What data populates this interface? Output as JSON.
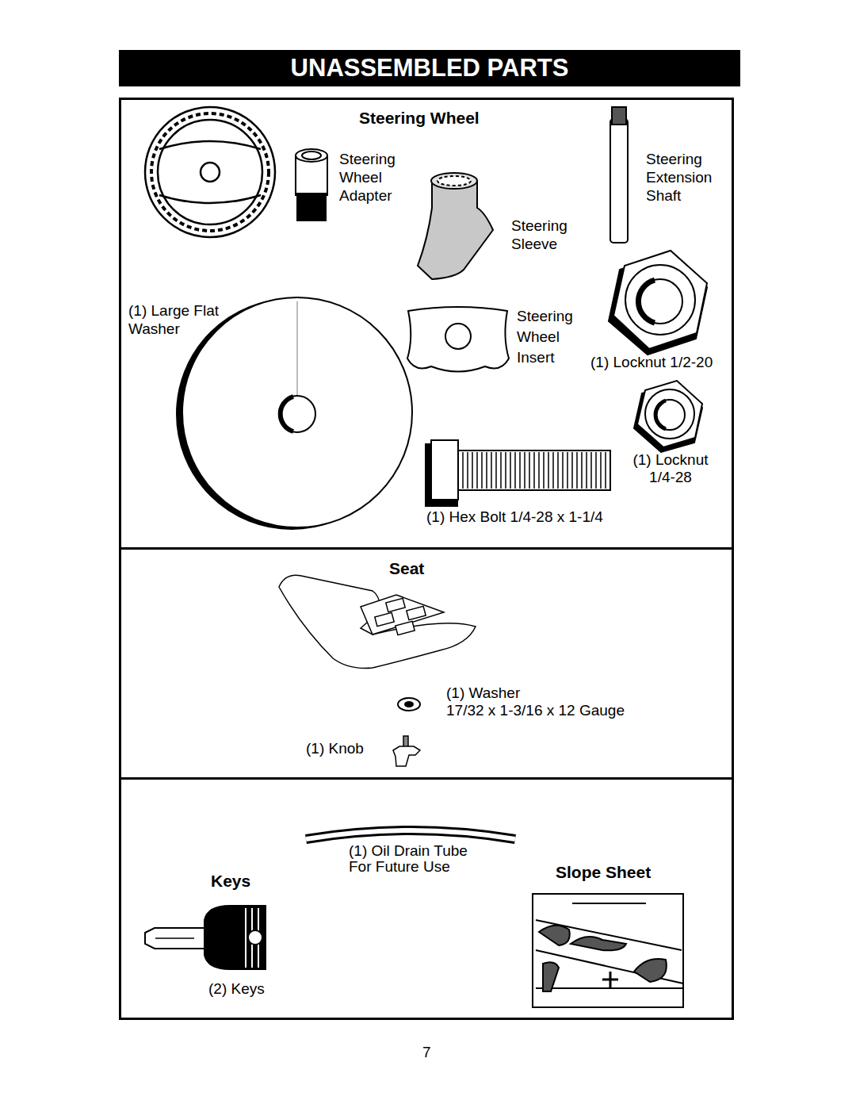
{
  "diagram": {
    "title": "UNASSEMBLED PARTS",
    "nodes": [
      {
        "text": [
          "Steering Wheel"
        ]
      },
      {
        "text": [
          "Seat"
        ]
      },
      {
        "text": [
          "Keys",
          "Slope Sheet"
        ]
      }
    ],
    "edges": [],
    "labels": [
      "Steering Wheel Adapter",
      "Steering Extension Shaft",
      "Steering Sleeve",
      "(1) Large Flat Washer",
      "Steering Wheel Insert",
      "(1) Locknut 1/2-20",
      "(1) Locknut 1/4-28",
      "(1) Hex Bolt 1/4-28 x 1-1/4",
      "(1) Washer",
      "17/32 x 1-3/16 x 12 Gauge",
      "(1) Knob",
      "(1) Oil Drain Tube For Future Use",
      "(2) Keys",
      "7"
    ]
  }
}
